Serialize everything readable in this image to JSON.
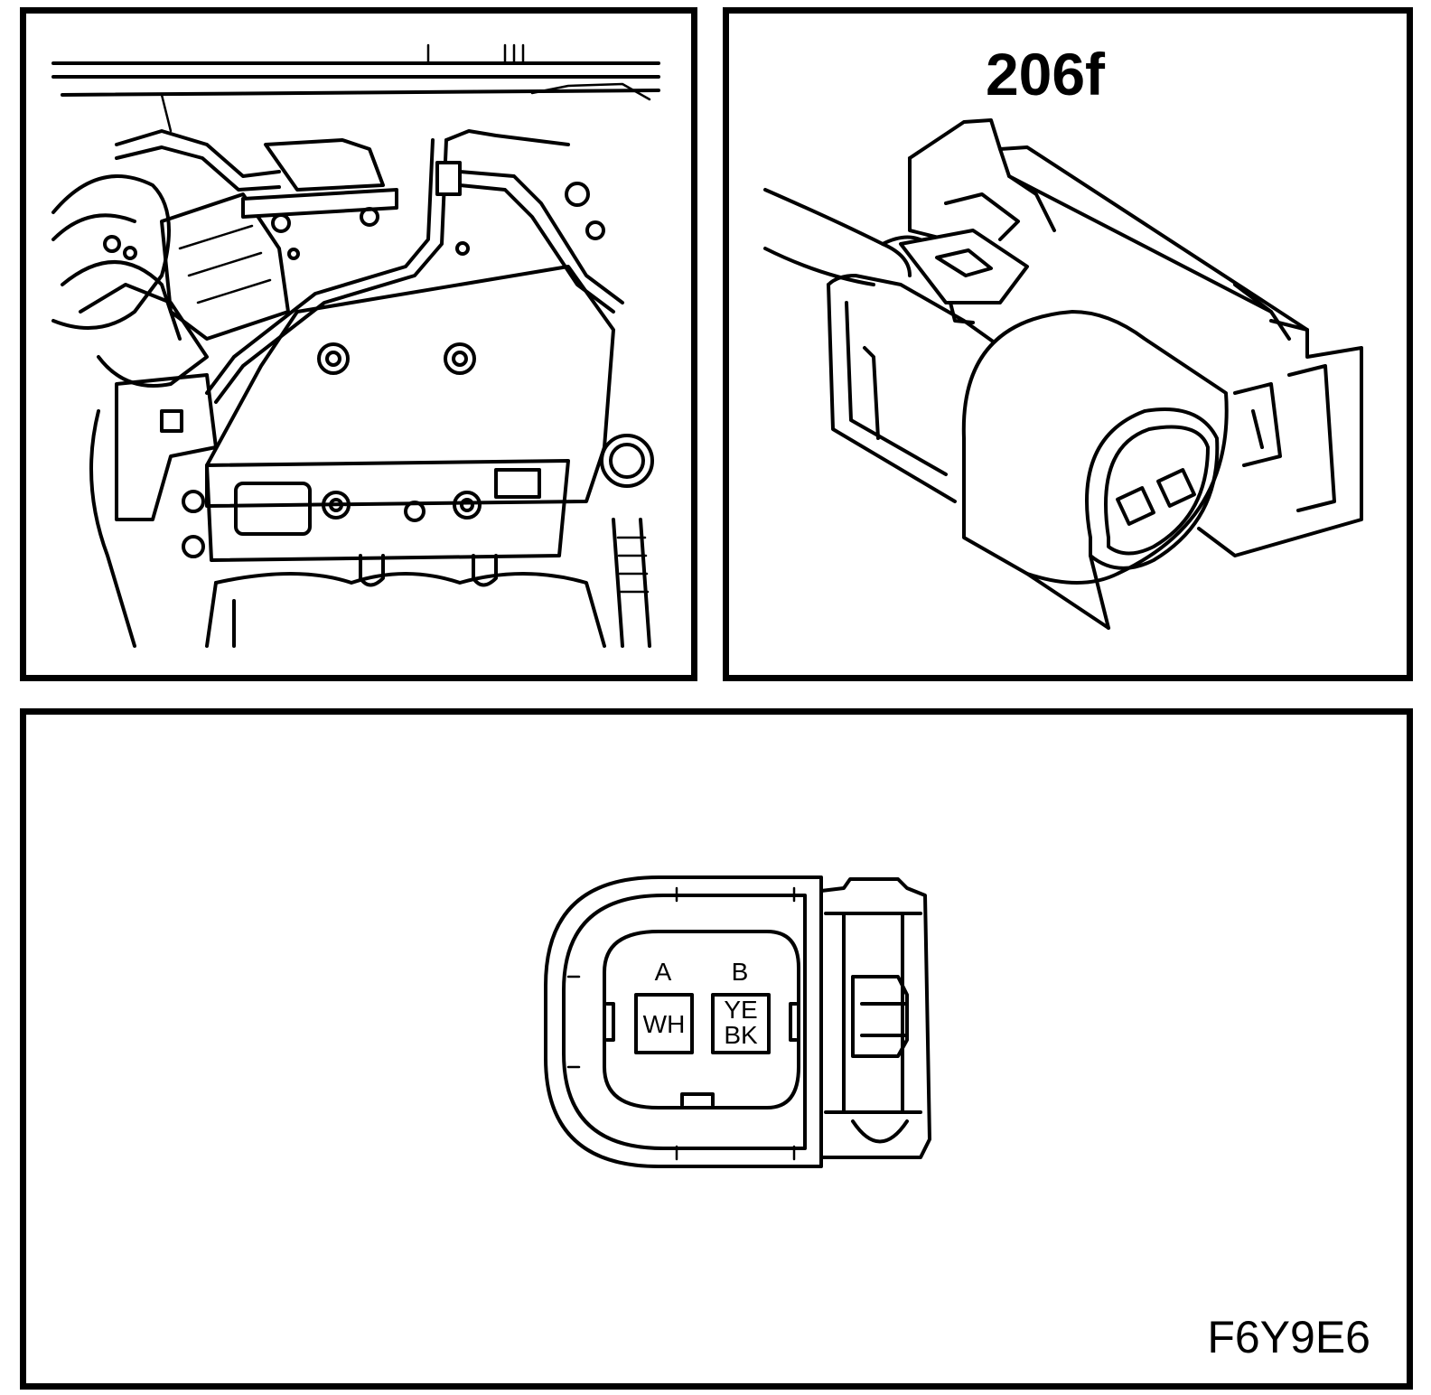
{
  "connector": {
    "id": "206f"
  },
  "pins": [
    {
      "letter": "A",
      "colors": [
        "WH"
      ]
    },
    {
      "letter": "B",
      "colors": [
        "YE",
        "BK"
      ]
    }
  ],
  "figure_code": "F6Y9E6",
  "colors": {
    "line": "#000000",
    "background": "#ffffff"
  }
}
